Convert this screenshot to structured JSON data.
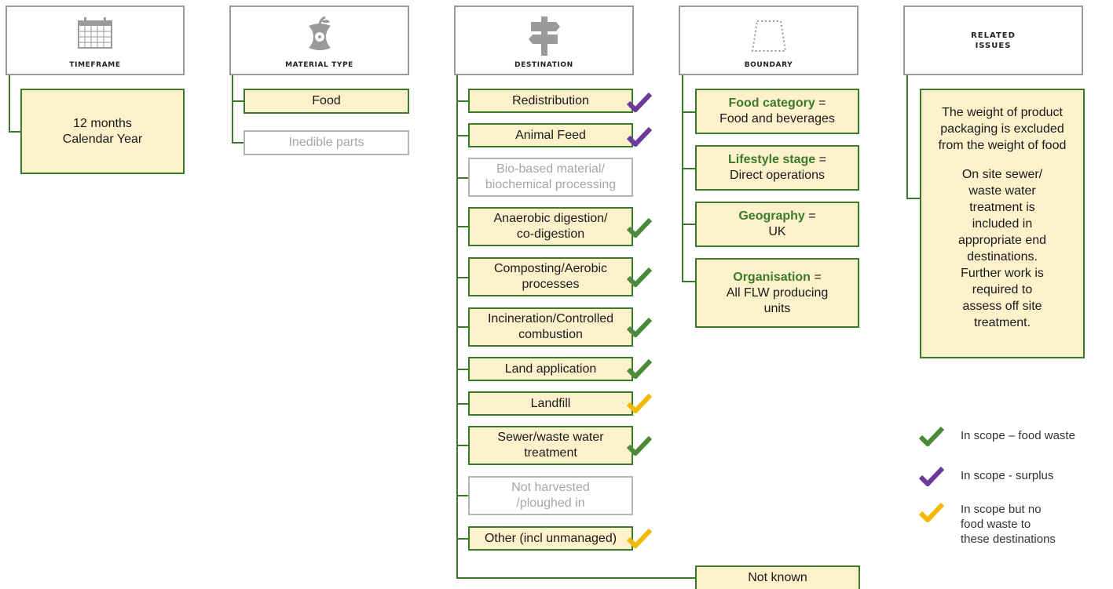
{
  "colors": {
    "green": "#3b7a2c",
    "fill": "#fdf1cc",
    "grey": "#b5b5b5",
    "check_green": "#4a8a3a",
    "check_purple": "#6b3a9b",
    "check_yellow": "#f3b800"
  },
  "headers": {
    "timeframe": {
      "label": "TIMEFRAME",
      "icon": "calendar-icon"
    },
    "material_type": {
      "label": "MATERIAL TYPE",
      "icon": "apple-core-icon"
    },
    "destination": {
      "label": "DESTINATION",
      "icon": "signpost-icon"
    },
    "boundary": {
      "label": "BOUNDARY",
      "icon": "dashed-trapezoid-icon"
    },
    "related_issues": {
      "label_line1": "RELATED",
      "label_line2": "ISSUES"
    }
  },
  "timeframe": {
    "line1": "12 months",
    "line2": "Calendar Year"
  },
  "material_type": {
    "items": [
      "Food",
      "Inedible parts"
    ]
  },
  "destinations": {
    "items": [
      {
        "line1": "Redistribution",
        "line2": "",
        "check": "purple"
      },
      {
        "line1": "Animal Feed",
        "line2": "",
        "check": "purple"
      },
      {
        "line1": "Bio-based material/",
        "line2": "biochemical processing",
        "check": "none"
      },
      {
        "line1": "Anaerobic digestion/",
        "line2": "co-digestion",
        "check": "green"
      },
      {
        "line1": "Composting/Aerobic",
        "line2": "processes",
        "check": "green"
      },
      {
        "line1": "Incineration/Controlled",
        "line2": "combustion",
        "check": "green"
      },
      {
        "line1": "Land application",
        "line2": "",
        "check": "green"
      },
      {
        "line1": "Landfill",
        "line2": "",
        "check": "yellow"
      },
      {
        "line1": "Sewer/waste water",
        "line2": "treatment",
        "check": "green"
      },
      {
        "line1": "Not harvested",
        "line2": "/ploughed in",
        "check": "none"
      },
      {
        "line1": "Other (incl unmanaged)",
        "line2": "",
        "check": "yellow"
      }
    ],
    "not_known": "Not known"
  },
  "boundary": {
    "items": [
      {
        "label": "Food category",
        "eq": "=",
        "value": "Food and beverages",
        "value2": ""
      },
      {
        "label": "Lifestyle stage",
        "eq": "=",
        "value": "Direct operations",
        "value2": ""
      },
      {
        "label": "Geography",
        "eq": "=",
        "value": "UK",
        "value2": ""
      },
      {
        "label": "Organisation",
        "eq": "=",
        "value": "All FLW producing",
        "value2": "units"
      }
    ]
  },
  "related_issues": {
    "p1": [
      "The weight of product",
      "packaging is excluded",
      "from the weight of food"
    ],
    "p2": [
      "On site sewer/",
      "waste water",
      "treatment is",
      "included in",
      "appropriate end",
      "destinations.",
      "Further work is",
      "required to",
      "assess off site",
      "treatment."
    ]
  },
  "legend": [
    {
      "color": "green",
      "lines": [
        "In scope – food waste"
      ]
    },
    {
      "color": "purple",
      "lines": [
        "In scope - surplus"
      ]
    },
    {
      "color": "yellow",
      "lines": [
        "In scope but no",
        "food waste to",
        "these destinations"
      ]
    }
  ]
}
